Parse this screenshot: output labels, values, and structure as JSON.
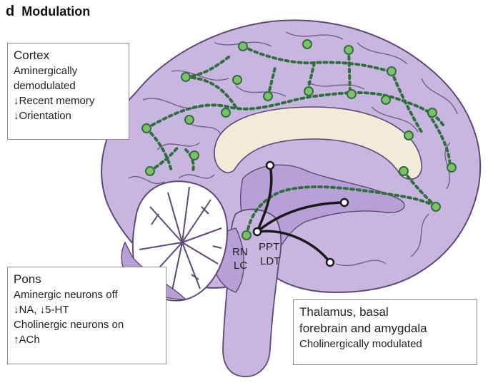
{
  "figure": {
    "panel_letter": "d",
    "panel_title": "Modulation"
  },
  "cortex_box": {
    "heading": "Cortex",
    "lines": [
      "Aminergically",
      "demodulated",
      "↓Recent memory",
      "↓Orientation"
    ]
  },
  "pons_box": {
    "heading": "Pons",
    "lines": [
      "Aminergic neurons off",
      "↓NA, ↓5-HT",
      "Cholinergic neurons on",
      "↑ACh"
    ]
  },
  "thalamus_box": {
    "heading_line1": "Thalamus, basal",
    "heading_line2": "forebrain and amygdala",
    "note": "Cholinergically modulated"
  },
  "nuclei_labels": {
    "rn": "RN",
    "lc": "LC",
    "ppt": "PPT",
    "ldt": "LDT"
  },
  "colors": {
    "cortex_fill": "#c9b6e0",
    "cortex_inner": "#b7a0d6",
    "outline": "#5c4a74",
    "dotted_pathway": "#2f6f3e",
    "neuron_node": "#7fbf6a",
    "cholinergic_pathway": "#1b1b1b",
    "white_matter": "#f1ecd8",
    "cerebellum": "#ffffff"
  }
}
